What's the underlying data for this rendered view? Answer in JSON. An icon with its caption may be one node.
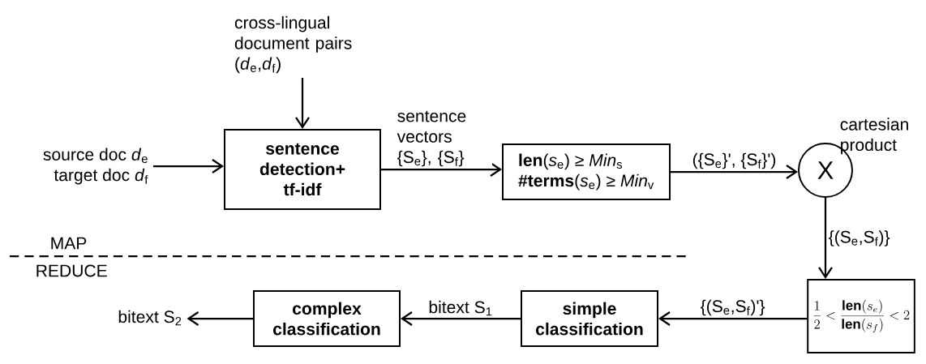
{
  "diagram": {
    "nodes": [
      {
        "text": [
          "cross-lingual document pairs (*d*$_{e}$,*d*$_{f}$)"
        ]
      },
      {
        "text": [
          "source doc *d*$_{e}$",
          "target doc *d*$_{f}$"
        ]
      },
      {
        "text": [
          "sentence detection+ tf-idf"
        ]
      },
      {
        "text": [
          "**len**(*s*$_{e}$) ≥ *Min*$_{s}$",
          "**#terms**(*s*$_{e}$) ≥ *Min*$_{v}$"
        ]
      },
      {
        "text": [
          "X"
        ],
        "beside": [
          "cartesian product"
        ]
      },
      {
        "text": [
          "\\frac{1}{2} < \\frac{\\mathbf{len}(s_{e})}{\\mathbf{len}(s_{f})} < 2"
        ]
      },
      {
        "text": [
          "simple classification"
        ]
      },
      {
        "text": [
          "complex classification"
        ]
      },
      {
        "text": [
          "bitext S$_{2}$"
        ]
      }
    ],
    "edges": [
      {
        "from": 0,
        "to": 2,
        "arrow": "to"
      },
      {
        "from": 1,
        "to": 2,
        "arrow": "to"
      },
      {
        "from": 2,
        "to": 3,
        "arrow": "to",
        "label": "sentence vectors {S$_{e}$}, {S$_{f}$}"
      },
      {
        "from": 3,
        "to": 4,
        "arrow": "to",
        "label": "({S$_{e}$}', {S$_{f}$}')"
      },
      {
        "from": 4,
        "to": 5,
        "arrow": "to",
        "label": "{(S$_{e}$,S$_{f}$)}"
      },
      {
        "from": 5,
        "to": 6,
        "arrow": "to",
        "label": "{(S$_{e}$,S$_{f}$)'}"
      },
      {
        "from": 6,
        "to": 7,
        "arrow": "to",
        "label": "bitext S$_{1}$"
      },
      {
        "from": 7,
        "to": 8,
        "arrow": "to"
      }
    ],
    "labels": [
      "MAP",
      "REDUCE"
    ]
  }
}
